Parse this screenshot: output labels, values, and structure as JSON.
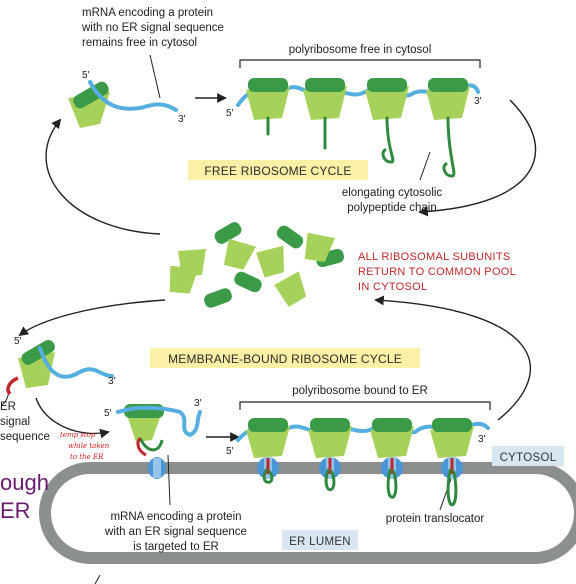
{
  "labels": {
    "free_mrna": [
      "mRNA encoding a protein",
      "with no ER signal sequence",
      "remains free in cytosol"
    ],
    "polyribosome_free": "polyribosome free in cytosol",
    "free_cycle": "FREE RIBOSOME CYCLE",
    "elongating": [
      "elongating cytosolic",
      "polypeptide chain"
    ],
    "return_pool": [
      "ALL RIBOSOMAL SUBUNITS",
      "RETURN TO COMMON POOL",
      "IN CYTOSOL"
    ],
    "membrane_cycle": "MEMBRANE-BOUND RIBOSOME CYCLE",
    "polyribosome_er": "polyribosome bound to ER",
    "er_signal": [
      "ER",
      "signal",
      "sequence"
    ],
    "cytosol": "CYTOSOL",
    "er_lumen": "ER LUMEN",
    "targeted_mrna": [
      "mRNA encoding a protein",
      "with an ER signal sequence",
      "is targeted to ER"
    ],
    "translocator": "protein translocator",
    "side_text": [
      "ough",
      "ER"
    ],
    "handwritten": [
      "temp stop",
      "while taken",
      "to the ER"
    ],
    "five_prime": "5′",
    "three_prime": "3′"
  },
  "colors": {
    "ribosome_large": "#3a9a48",
    "ribosome_small": "#a6d15a",
    "mrna": "#55aee0",
    "polypeptide": "#2f8a3f",
    "signal": "#c0282d",
    "membrane": "#8c8f90",
    "banner": "#fbf1a6",
    "translocator": "#4a95d6"
  }
}
